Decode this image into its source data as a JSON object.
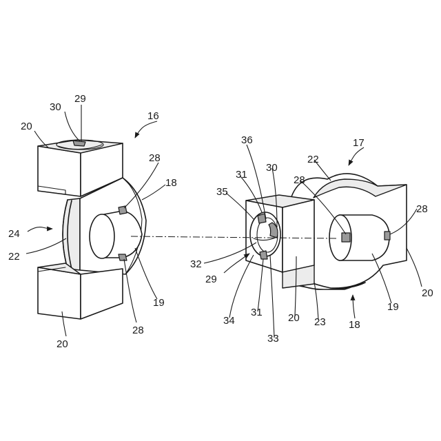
{
  "labels": {
    "n16": "16",
    "n17": "17",
    "n18_left": "18",
    "n18_right": "18",
    "n19_left": "19",
    "n19_right": "19",
    "n20_a": "20",
    "n20_b": "20",
    "n20_c": "20",
    "n20_d": "20",
    "n22_left": "22",
    "n22_right": "22",
    "n23": "23",
    "n24": "24",
    "n28_a": "28",
    "n28_b": "28",
    "n28_c": "28",
    "n28_d": "28",
    "n29_left": "29",
    "n29_right": "29",
    "n30_left": "30",
    "n30_right": "30",
    "n31_a": "31",
    "n31_b": "31",
    "n32": "32",
    "n33": "33",
    "n34": "34",
    "n35": "35",
    "n36": "36"
  }
}
